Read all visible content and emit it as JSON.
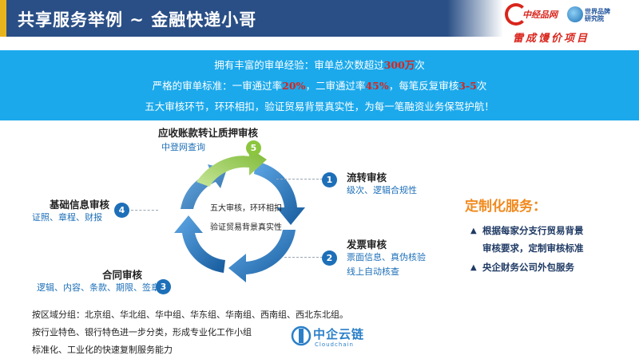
{
  "header": {
    "title": "共享服务举例 ~ 金融快递小哥"
  },
  "logo": {
    "left_text": "中经品网",
    "right_text_1": "世界品牌",
    "right_text_2": "研究院",
    "slogan": "雷成馒价项目"
  },
  "banner": {
    "line1_pre": "拥有丰富的审单经验：审单总次数超过",
    "line1_hl": "300万",
    "line1_post": "次",
    "line2_pre": "严格的审单标准：一审通过率",
    "line2_hl1": "20%",
    "line2_mid": "，二审通过率",
    "line2_hl2": "45%",
    "line2_mid2": "，每笔反复审核",
    "line2_hl3": "3-5",
    "line2_post": "次",
    "line3": "五大审核环节，环环相扣，验证贸易背景真实性，为每一笔融资业务保驾护航！"
  },
  "cycle": {
    "center_line1": "五大审核，环环相扣",
    "center_line2": "验证贸易背景真实性"
  },
  "items": [
    {
      "num": "1",
      "title": "流转审核",
      "sub": "级次、逻辑合规性"
    },
    {
      "num": "2",
      "title": "发票审核",
      "sub1": "票面信息、真伪核验",
      "sub2": "线上自动核查"
    },
    {
      "num": "3",
      "title": "合同审核",
      "sub": "逻辑、内容、条款、期限、签章"
    },
    {
      "num": "4",
      "title": "基础信息审核",
      "sub": "证照、章程、财报"
    },
    {
      "num": "5",
      "title": "应收账款转让质押审核",
      "sub": "中登网查询"
    }
  ],
  "custom": {
    "title": "定制化服务：",
    "item1_line1": "根据每家分支行贸易背景",
    "item1_line2": "审核要求，定制审核标准",
    "item2": "央企财务公司外包服务",
    "bullet": "▲"
  },
  "bottom": {
    "line1": "按区域分组：北京组、华北组、华中组、华东组、华南组、西南组、西北东北组。",
    "line2": "按行业特色、银行特色进一步分类，形成专业化工作小组",
    "line3": "标准化、工业化的快速复制服务能力"
  },
  "cloudchain": {
    "name": "中企云链",
    "sub": "Cloudchain"
  },
  "colors": {
    "header": "#2a4f86",
    "banner": "#1ba9ec",
    "arrow_blue": "#1d6fb8",
    "arrow_green": "#8cc63f",
    "highlight": "#d9251c",
    "orange": "#f08a1e"
  }
}
